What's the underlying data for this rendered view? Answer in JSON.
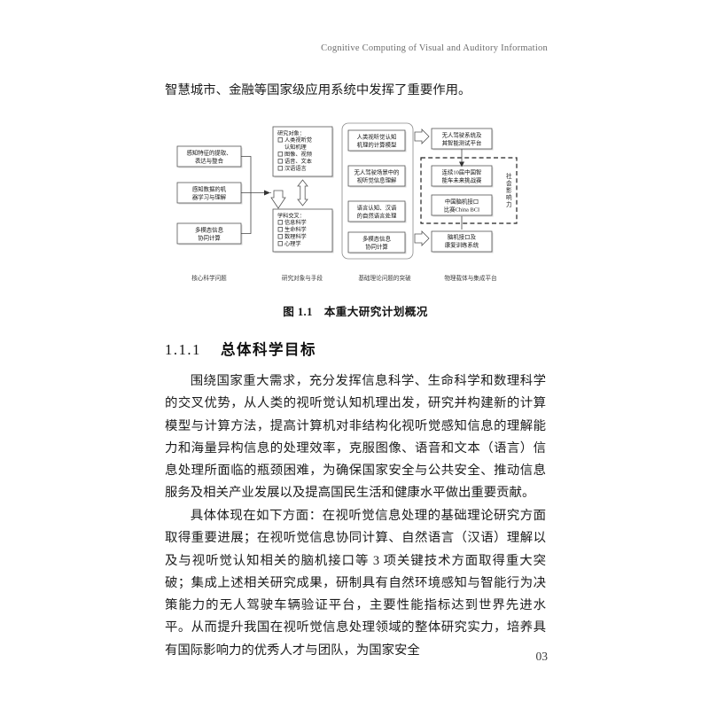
{
  "running_head": "Cognitive Computing of Visual and Auditory Information",
  "folio": "03",
  "lead_paragraph": "智慧城市、金融等国家级应用系统中发挥了重要作用。",
  "figure": {
    "caption": "图 1.1　本重大研究计划概况",
    "column_labels": [
      "核心科学问题",
      "研究对象与手段",
      "基础理论问题的突破",
      "物理载体与集成平台"
    ],
    "col1_boxes": [
      "感知特征的提取、\n表达与整合",
      "感知数据的机\n器学习与理解",
      "多模态信息\n协同计算"
    ],
    "col2_box1": {
      "title": "研究对象：",
      "items": [
        "人类视听觉\n认知机理",
        "图像、视频",
        "语音、文本",
        "汉语语言"
      ]
    },
    "col2_box2": {
      "title": "学科交叉：",
      "items": [
        "信息科学",
        "生命科学",
        "数理科学",
        "心理学"
      ]
    },
    "col3_boxes": [
      "人类视听觉认知\n机理的计算模型",
      "无人驾驶场景中的\n视听觉信息理解",
      "语言认知、汉语\n的自然语言处理",
      "多模态信息\n协同计算"
    ],
    "col4_boxes": [
      "无人驾驶系统及\n其智能测试平台",
      "连续10届中国智\n能车未来挑战赛",
      "中国脑机接口\n比赛China BCI",
      "脑机接口及\n康复训练系统"
    ],
    "social_impact_label": "社会影响力"
  },
  "heading": {
    "number": "1.1.1",
    "title": "总体科学目标"
  },
  "paragraph_1": "围绕国家重大需求，充分发挥信息科学、生命科学和数理科学的交叉优势，从人类的视听觉认知机理出发，研究并构建新的计算模型与计算方法，提高计算机对非结构化视听觉感知信息的理解能力和海量异构信息的处理效率，克服图像、语音和文本（语言）信息处理所面临的瓶颈困难，为确保国家安全与公共安全、推动信息服务及相关产业发展以及提高国民生活和健康水平做出重要贡献。",
  "paragraph_2": "具体体现在如下方面：在视听觉信息处理的基础理论研究方面取得重要进展；在视听觉信息协同计算、自然语言（汉语）理解以及与视听觉认知相关的脑机接口等 3 项关键技术方面取得重大突破；集成上述相关研究成果，研制具有自然环境感知与智能行为决策能力的无人驾驶车辆验证平台，主要性能指标达到世界先进水平。从而提升我国在视听觉信息处理领域的整体研究实力，培养具有国际影响力的优秀人才与团队，为国家安全"
}
